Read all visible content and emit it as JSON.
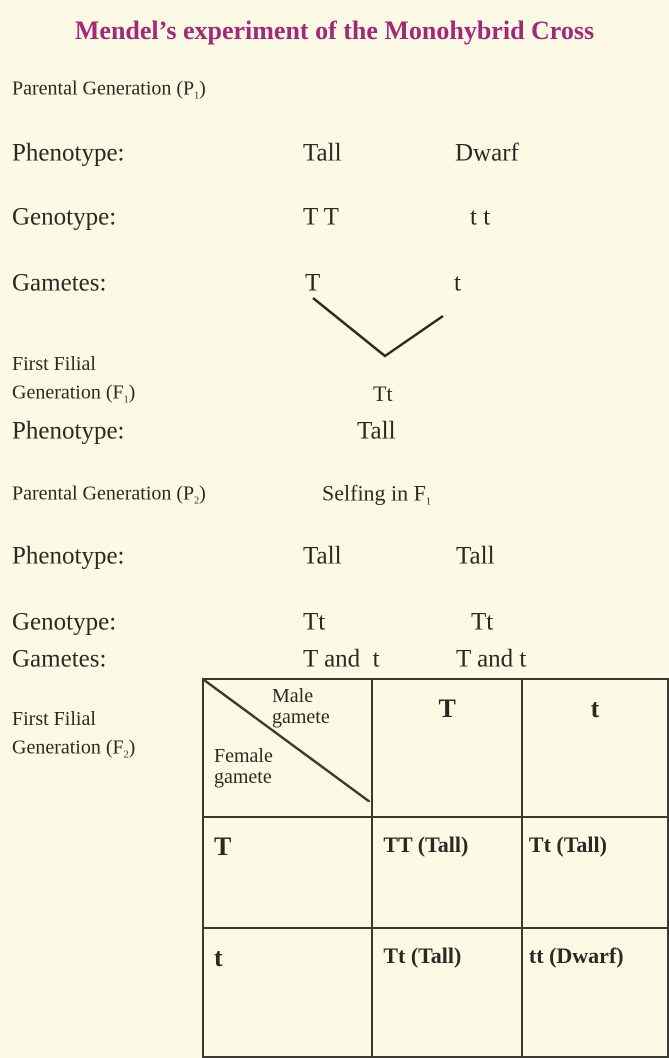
{
  "title": "Mendel’s experiment of the Monohybrid Cross",
  "p1": {
    "heading": "Parental Generation (P",
    "heading_sub": "1",
    "heading_end": ")",
    "phenotype_label": "Phenotype:",
    "phenotype": [
      "Tall",
      "Dwarf"
    ],
    "genotype_label": "Genotype:",
    "genotype": [
      "T T",
      "t t"
    ],
    "gametes_label": "Gametes:",
    "gametes": [
      "T",
      "t"
    ]
  },
  "f1": {
    "heading_line1": "First Filial",
    "heading_line2": "Generation (F",
    "heading_sub": "1",
    "heading_end": ")",
    "genotype": "Tt",
    "phenotype_label": "Phenotype:",
    "phenotype": "Tall"
  },
  "p2": {
    "heading": "Parental Generation (P",
    "heading_sub": "2",
    "heading_end": ")",
    "note": "Selfing in F",
    "note_sub": "1",
    "phenotype_label": "Phenotype:",
    "phenotype": [
      "Tall",
      "Tall"
    ],
    "genotype_label": "Genotype:",
    "genotype": [
      "Tt",
      "Tt"
    ],
    "gametes_label": "Gametes:",
    "gametes": [
      "T and  t",
      "T and t"
    ]
  },
  "f2": {
    "heading_line1": "First Filial",
    "heading_line2": "Generation (F",
    "heading_sub": "2",
    "heading_end": ")",
    "punnett": {
      "male_label": [
        "Male",
        "gamete"
      ],
      "female_label": [
        "Female",
        "gamete"
      ],
      "male_gametes": [
        "T",
        "t"
      ],
      "female_gametes": [
        "T",
        "t"
      ],
      "cells": [
        [
          "TT (Tall)",
          "Tt (Tall)"
        ],
        [
          "Tt (Tall)",
          "tt (Dwarf)"
        ]
      ]
    }
  },
  "colors": {
    "background": "#fcfae4",
    "title": "#a3287a",
    "text": "#2a2a22"
  }
}
